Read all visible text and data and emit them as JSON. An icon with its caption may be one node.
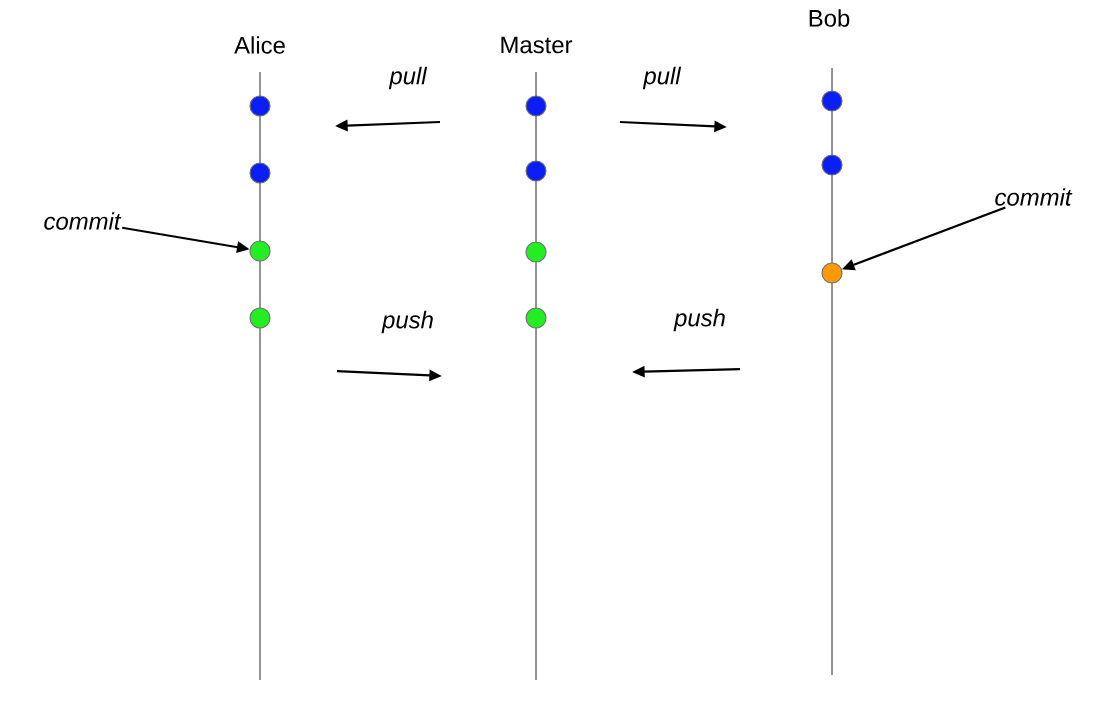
{
  "diagram": {
    "nodes": [
      {
        "text": [],
        "shape": "circle"
      },
      {
        "text": [],
        "shape": "circle"
      },
      {
        "text": [],
        "shape": "circle"
      },
      {
        "text": [],
        "shape": "circle"
      },
      {
        "text": [],
        "shape": "circle"
      },
      {
        "text": [],
        "shape": "circle"
      },
      {
        "text": [],
        "shape": "circle"
      },
      {
        "text": [],
        "shape": "circle"
      },
      {
        "text": [],
        "shape": "circle"
      },
      {
        "text": [],
        "shape": "circle"
      },
      {
        "text": [],
        "shape": "circle"
      },
      {
        "text": [
          "commit"
        ]
      },
      {
        "text": [
          "commit"
        ]
      }
    ],
    "edges": [
      {
        "from": 11,
        "to": 2,
        "arrow": "to"
      },
      {
        "from": 12,
        "to": 10,
        "arrow": "to"
      }
    ],
    "labels": [
      "Alice",
      "Master",
      "Bob",
      "pull",
      "pull",
      "push",
      "push"
    ]
  }
}
